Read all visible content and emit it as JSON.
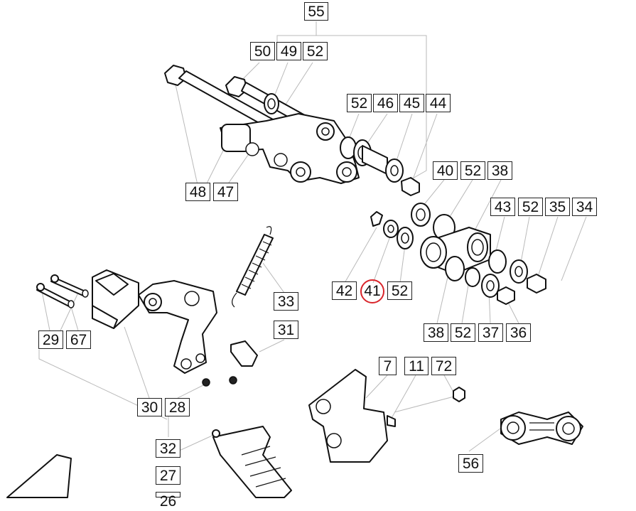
{
  "diagram": {
    "highlight_color": "#d9242a",
    "highlighted_callout": "41",
    "callouts": [
      {
        "id": "c55",
        "text": "55"
      },
      {
        "id": "c50",
        "text": "50"
      },
      {
        "id": "c49",
        "text": "49"
      },
      {
        "id": "c52a",
        "text": "52"
      },
      {
        "id": "c52b",
        "text": "52"
      },
      {
        "id": "c46",
        "text": "46"
      },
      {
        "id": "c45",
        "text": "45"
      },
      {
        "id": "c44",
        "text": "44"
      },
      {
        "id": "c40",
        "text": "40"
      },
      {
        "id": "c52c",
        "text": "52"
      },
      {
        "id": "c38a",
        "text": "38"
      },
      {
        "id": "c43",
        "text": "43"
      },
      {
        "id": "c52d",
        "text": "52"
      },
      {
        "id": "c35",
        "text": "35"
      },
      {
        "id": "c34",
        "text": "34"
      },
      {
        "id": "c48",
        "text": "48"
      },
      {
        "id": "c47",
        "text": "47"
      },
      {
        "id": "c42",
        "text": "42"
      },
      {
        "id": "c41",
        "text": "41"
      },
      {
        "id": "c52e",
        "text": "52"
      },
      {
        "id": "c33",
        "text": "33"
      },
      {
        "id": "c31",
        "text": "31"
      },
      {
        "id": "c38b",
        "text": "38"
      },
      {
        "id": "c52f",
        "text": "52"
      },
      {
        "id": "c37",
        "text": "37"
      },
      {
        "id": "c36",
        "text": "36"
      },
      {
        "id": "c29",
        "text": "29"
      },
      {
        "id": "c67",
        "text": "67"
      },
      {
        "id": "c7",
        "text": "7"
      },
      {
        "id": "c11",
        "text": "11"
      },
      {
        "id": "c72",
        "text": "72"
      },
      {
        "id": "c30",
        "text": "30"
      },
      {
        "id": "c28",
        "text": "28"
      },
      {
        "id": "c32",
        "text": "32"
      },
      {
        "id": "c56",
        "text": "56"
      },
      {
        "id": "c27",
        "text": "27"
      },
      {
        "id": "c26",
        "text": "26"
      }
    ]
  }
}
